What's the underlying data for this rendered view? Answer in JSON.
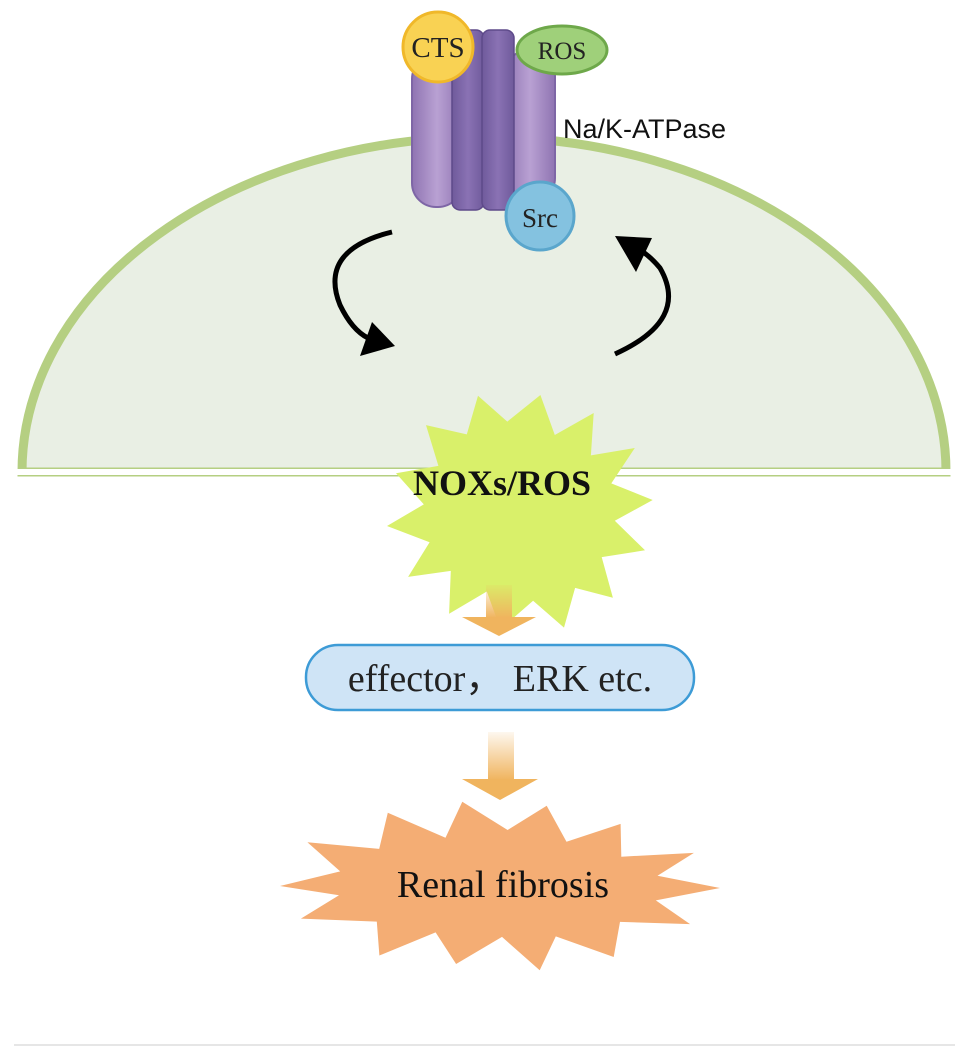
{
  "receptor": {
    "label": "Na/K-ATPase",
    "ligand_left": "CTS",
    "ligand_right": "ROS",
    "kinase": "Src"
  },
  "burst_primary": {
    "label": "NOXs/ROS",
    "color": "#d9f06a"
  },
  "effector": {
    "label": "effector， ERK etc.",
    "color": "#cfe4f6"
  },
  "outcome": {
    "label": "Renal fibrosis",
    "color": "#f4ad74"
  },
  "colors": {
    "cell_fill": "#e9efe4",
    "cell_border": "#b5cf82",
    "arrow_orange": "#f0b45e",
    "receptor_purple": "#a58bc4",
    "ligand_yellow": "#f9d253",
    "ligand_green": "#9fd07a",
    "kinase_blue": "#84c2e0"
  }
}
